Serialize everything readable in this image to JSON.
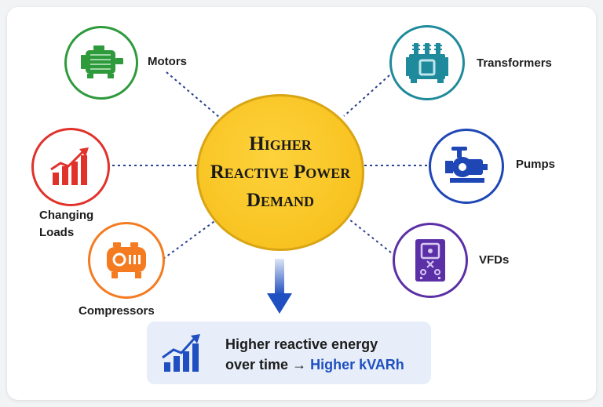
{
  "center": {
    "lines": [
      "Higher",
      "Reactive Power",
      "Demand"
    ]
  },
  "sources": [
    {
      "id": "motors",
      "label": "Motors",
      "icon": "motor-icon",
      "color": "#2e9a3c"
    },
    {
      "id": "changing-loads",
      "label_lines": [
        "Changing",
        "Loads"
      ],
      "icon": "rising-bars-icon",
      "color": "#e0322b"
    },
    {
      "id": "compressors",
      "label": "Compressors",
      "icon": "compressor-icon",
      "color": "#f47b20"
    },
    {
      "id": "transformers",
      "label": "Transformers",
      "icon": "transformer-icon",
      "color": "#1f8a9b"
    },
    {
      "id": "pumps",
      "label": "Pumps",
      "icon": "pump-icon",
      "color": "#1e46b5"
    },
    {
      "id": "vfds",
      "label": "VFDs",
      "icon": "vfd-icon",
      "color": "#5b2fa6"
    }
  ],
  "result": {
    "line1": "Higher reactive energy",
    "line2_prefix": "over time",
    "arrow": "→",
    "highlight": "Higher kVARh",
    "icon": "growth-chart-icon",
    "accent_color": "#1f4fc0"
  },
  "connector": {
    "icon": "down-arrow-icon",
    "color": "#1f4fc0"
  }
}
